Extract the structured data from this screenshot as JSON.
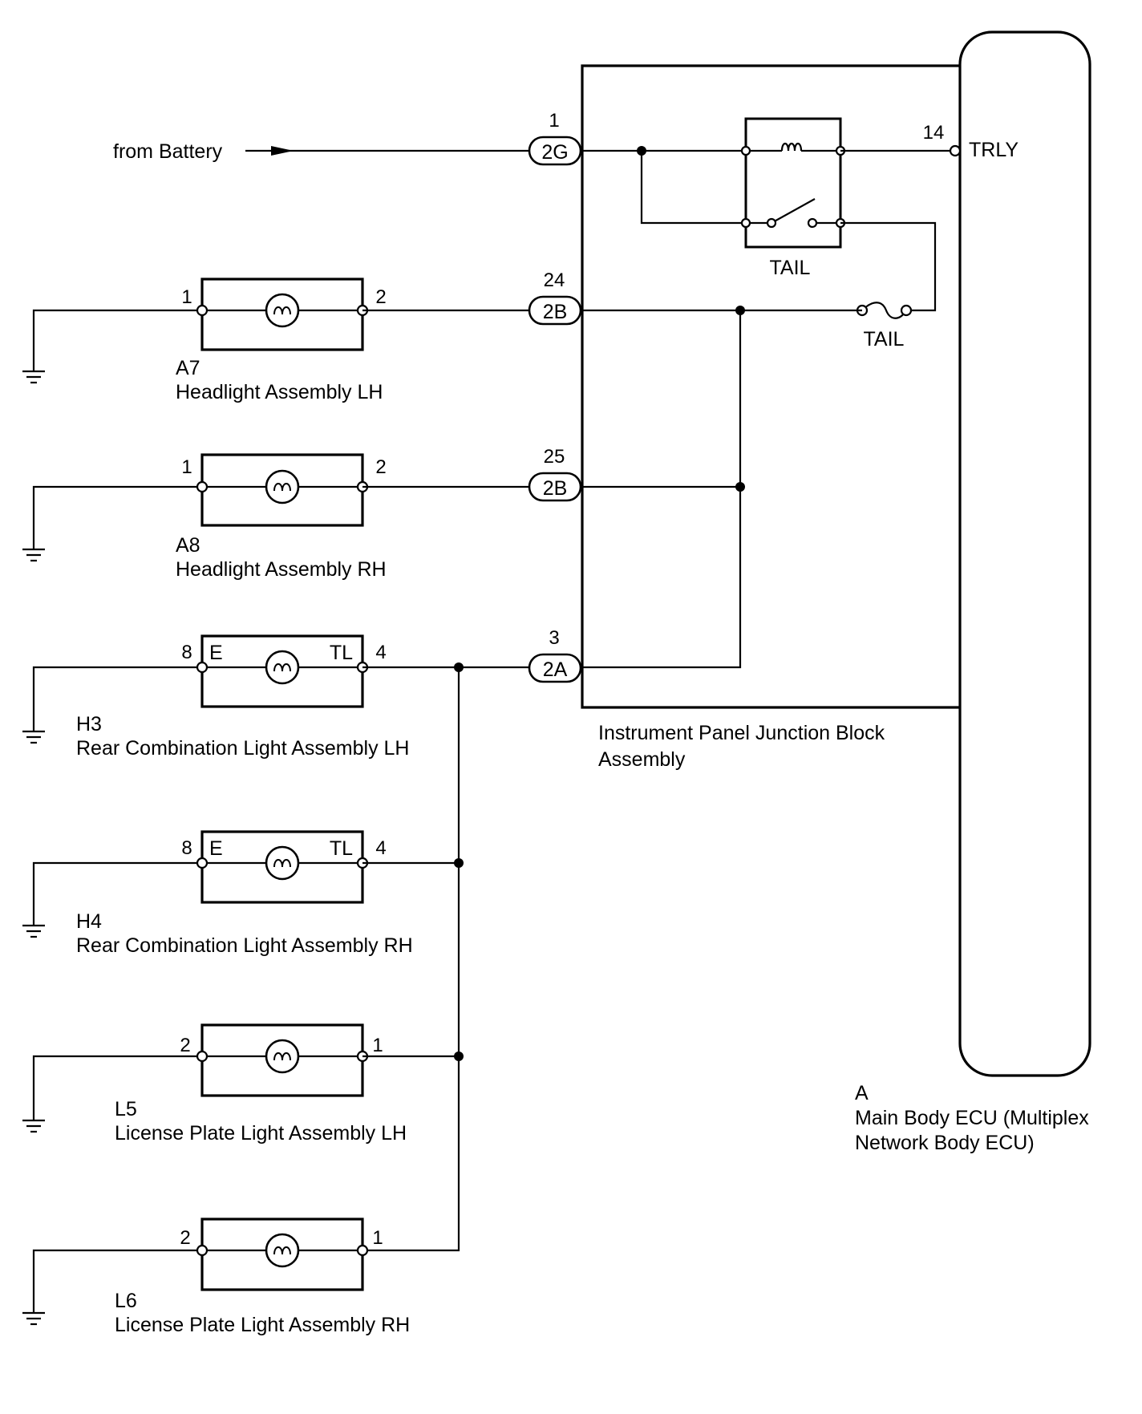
{
  "source_label": "from Battery",
  "relay": {
    "label": "TAIL"
  },
  "fuse": {
    "label": "TAIL"
  },
  "ecu": {
    "code": "A",
    "name_line1": "Main Body ECU (Multiplex",
    "name_line2": "Network Body ECU)",
    "pin": "14",
    "pin_name": "TRLY"
  },
  "junction_block": {
    "name_line1": "Instrument Panel Junction Block",
    "name_line2": "Assembly"
  },
  "connectors": [
    {
      "id": "2G",
      "pin": "1"
    },
    {
      "id": "2B",
      "pin": "24"
    },
    {
      "id": "2B",
      "pin": "25"
    },
    {
      "id": "2A",
      "pin": "3"
    }
  ],
  "components": [
    {
      "code": "A7",
      "name": "Headlight Assembly LH",
      "pin_left": "1",
      "pin_right": "2",
      "label_left": "",
      "label_right": ""
    },
    {
      "code": "A8",
      "name": "Headlight Assembly RH",
      "pin_left": "1",
      "pin_right": "2",
      "label_left": "",
      "label_right": ""
    },
    {
      "code": "H3",
      "name": "Rear Combination Light Assembly LH",
      "pin_left": "8",
      "pin_right": "4",
      "label_left": "E",
      "label_right": "TL"
    },
    {
      "code": "H4",
      "name": "Rear Combination Light Assembly RH",
      "pin_left": "8",
      "pin_right": "4",
      "label_left": "E",
      "label_right": "TL"
    },
    {
      "code": "L5",
      "name": "License Plate Light Assembly LH",
      "pin_left": "2",
      "pin_right": "1",
      "label_left": "",
      "label_right": ""
    },
    {
      "code": "L6",
      "name": "License Plate Light Assembly RH",
      "pin_left": "2",
      "pin_right": "1",
      "label_left": "",
      "label_right": ""
    }
  ]
}
